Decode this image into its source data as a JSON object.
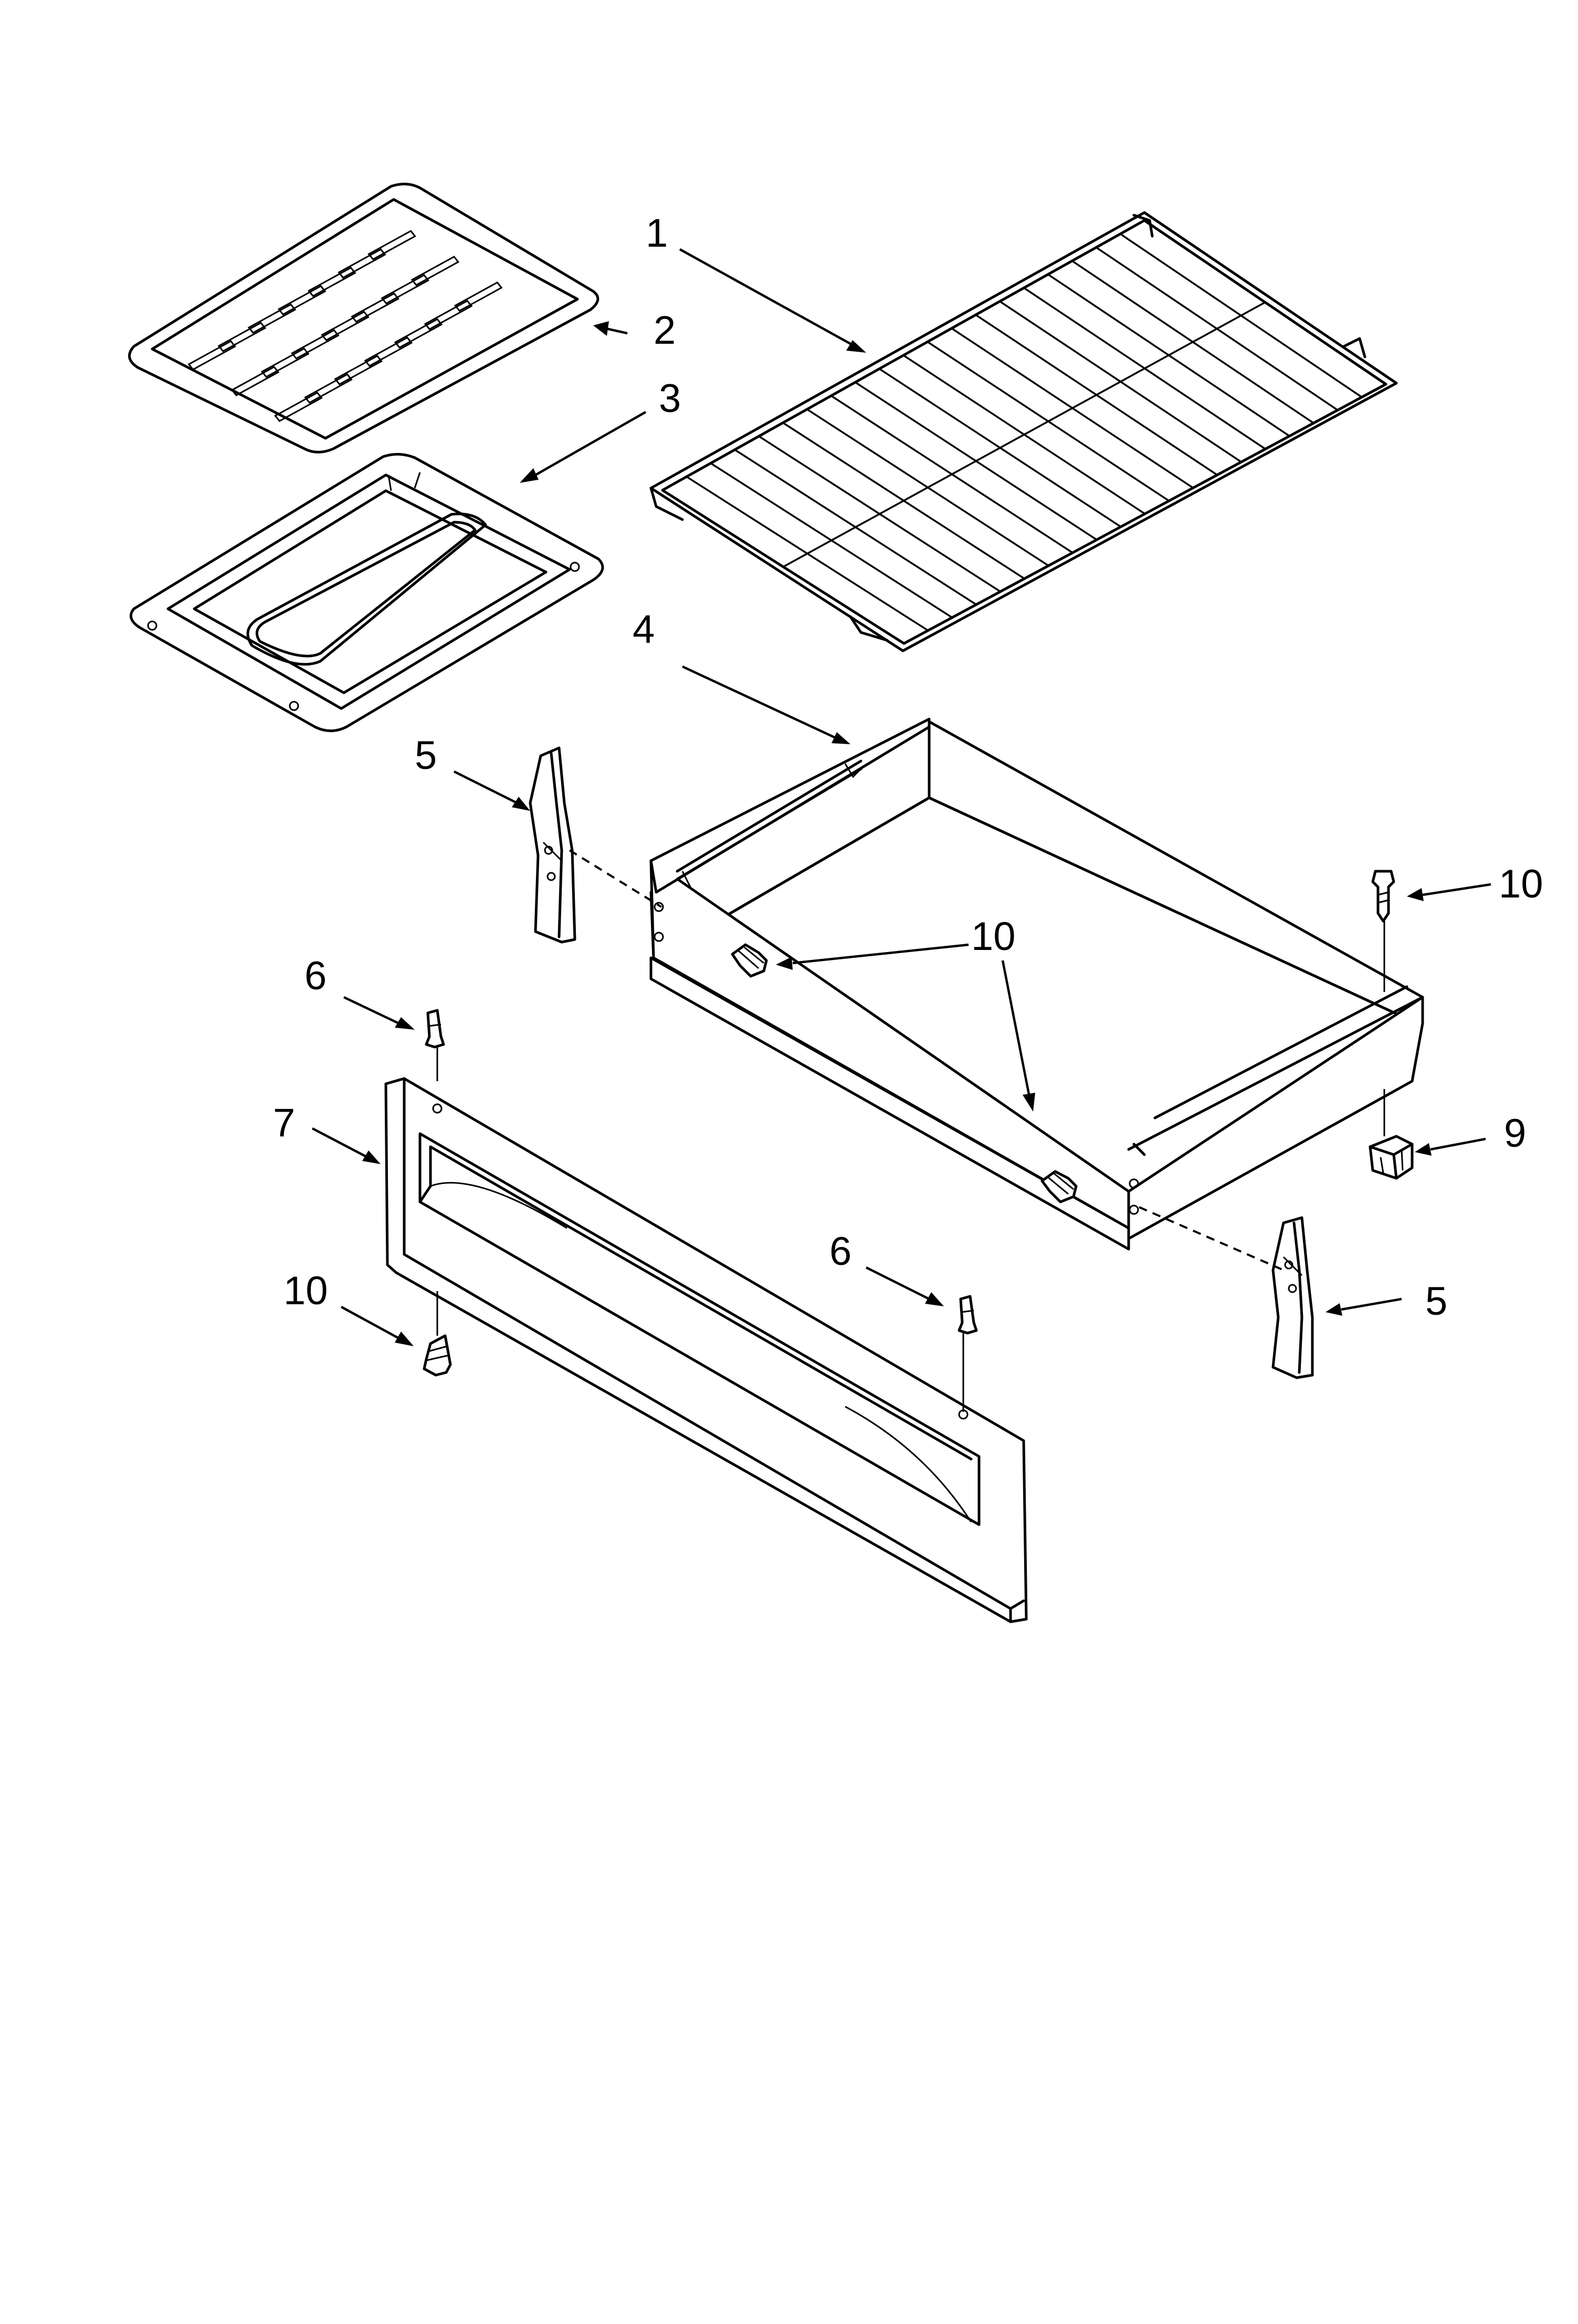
{
  "callouts": [
    {
      "id": "c1",
      "label": "1"
    },
    {
      "id": "c2",
      "label": "2"
    },
    {
      "id": "c3",
      "label": "3"
    },
    {
      "id": "c4",
      "label": "4"
    },
    {
      "id": "c5a",
      "label": "5"
    },
    {
      "id": "c5b",
      "label": "5"
    },
    {
      "id": "c6a",
      "label": "6"
    },
    {
      "id": "c6b",
      "label": "6"
    },
    {
      "id": "c7",
      "label": "7"
    },
    {
      "id": "c9",
      "label": "9"
    },
    {
      "id": "c10a",
      "label": "10"
    },
    {
      "id": "c10b",
      "label": "10"
    },
    {
      "id": "c10c",
      "label": "10"
    }
  ]
}
